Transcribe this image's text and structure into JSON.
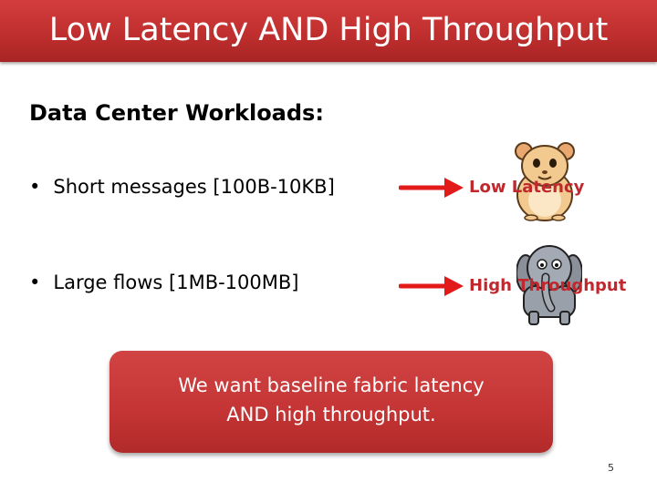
{
  "slide": {
    "title": "Low Latency AND High Throughput",
    "subtitle": "Data Center  Workloads:",
    "bullets": [
      {
        "symbol": "•",
        "text": "Short messages [100B-10KB]",
        "result": "Low Latency",
        "mascot": "hamster-icon"
      },
      {
        "symbol": "•",
        "text": "Large flows [1MB-100MB]",
        "result": "High Throughput",
        "mascot": "elephant-icon"
      }
    ],
    "callout": {
      "line1": "We want baseline fabric latency",
      "line2": "AND high throughput."
    },
    "page_number": "5",
    "colors": {
      "title_bar": "#c43434",
      "accent_red": "#c0282d",
      "arrow_red": "#e21a1a",
      "callout": "#c43434"
    }
  }
}
